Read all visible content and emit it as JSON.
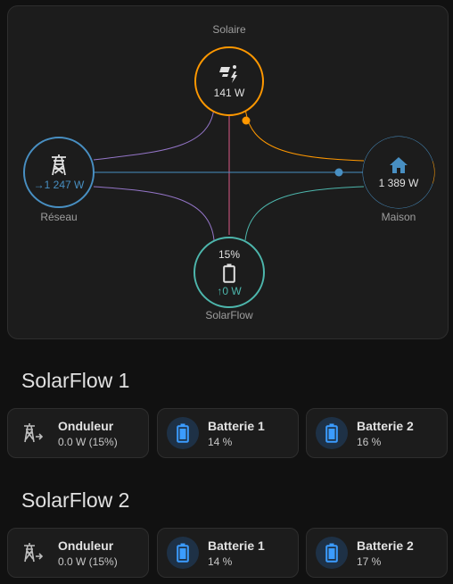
{
  "colors": {
    "solar": "#ff9800",
    "grid": "#488fc2",
    "home": "#488fc2",
    "battery": "#4db6ac",
    "grid_export": "#a280db",
    "solar_to_battery": "#f06292"
  },
  "energy_flow": {
    "solar": {
      "label": "Solaire",
      "value": "141 W",
      "icon": "solar-power-icon"
    },
    "grid": {
      "label": "Réseau",
      "value": "→1 247 W",
      "icon": "transmission-tower-icon"
    },
    "home": {
      "label": "Maison",
      "value": "1 389 W",
      "icon": "home-icon",
      "solar_share": 0.1
    },
    "battery": {
      "label": "SolarFlow",
      "percent": "15%",
      "value": "↑0 W",
      "icon": "battery-icon"
    }
  },
  "sections": [
    {
      "title": "SolarFlow 1",
      "tiles": [
        {
          "name": "Onduleur",
          "state": "0.0 W (15%)",
          "icon": "inverter-icon"
        },
        {
          "name": "Batterie 1",
          "state": "14 %",
          "icon": "battery-icon"
        },
        {
          "name": "Batterie 2",
          "state": "16 %",
          "icon": "battery-icon"
        }
      ]
    },
    {
      "title": "SolarFlow 2",
      "tiles": [
        {
          "name": "Onduleur",
          "state": "0.0 W (15%)",
          "icon": "inverter-icon"
        },
        {
          "name": "Batterie 1",
          "state": "14 %",
          "icon": "battery-icon"
        },
        {
          "name": "Batterie 2",
          "state": "17 %",
          "icon": "battery-icon"
        }
      ]
    }
  ]
}
